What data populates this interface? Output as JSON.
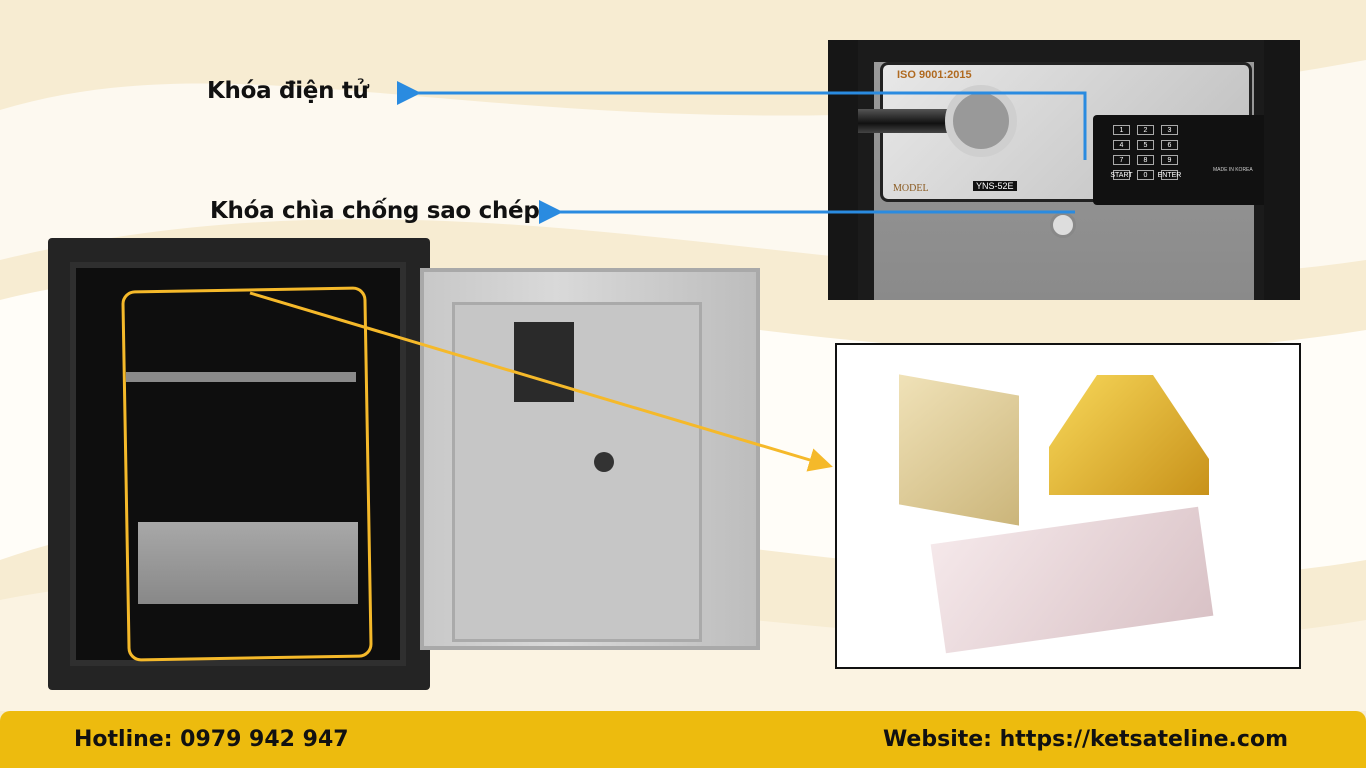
{
  "labels": {
    "electronic_lock": "Khóa điện tử",
    "key_lock": "Khóa chìa chống sao chép"
  },
  "photo": {
    "iso": "ISO 9001:2015",
    "model_label": "MODEL",
    "model": "YNS-52E",
    "made_in": "MADE IN KOREA",
    "keys": [
      "1",
      "2",
      "3",
      "4",
      "5",
      "6",
      "7",
      "8",
      "9",
      "START",
      "0",
      "ENTER"
    ]
  },
  "footer": {
    "hotline": "Hotline: 0979 942 947",
    "website": "Website: https://ketsateline.com"
  },
  "colors": {
    "arrow_blue": "#2a8be0",
    "highlight_yellow": "#f5b92a",
    "footer_bg": "#edbb0e"
  }
}
